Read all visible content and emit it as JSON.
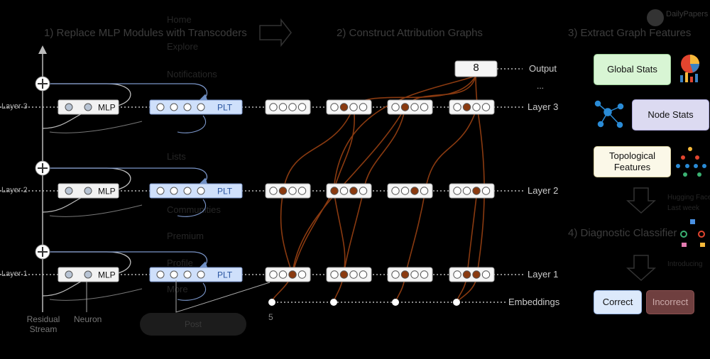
{
  "background_ui": {
    "nav_items": [
      "Home",
      "Explore",
      "Notifications",
      "Lists",
      "Communities",
      "Premium",
      "Profile",
      "More"
    ],
    "post_button": "Post",
    "brand": "DailyPapers",
    "side_texts": [
      "Hugging Face",
      "Last week",
      "Introducing"
    ]
  },
  "diagram": {
    "titles": {
      "step1": "1) Replace MLP Modules with Transcoders",
      "step2": "2) Construct Attribution Graphs",
      "step3": "3) Extract Graph Features",
      "step4": "4) Diagnostic Classifier"
    },
    "layer_labels_left": [
      "Layer 3",
      "Layer 2",
      "Layer 1"
    ],
    "layer_labels_right": [
      "Layer 3",
      "Layer 2",
      "Layer 1"
    ],
    "mlp_label": "MLP",
    "plt_label": "PLT",
    "output_label": "Output",
    "output_value": "8",
    "ellipsis": "...",
    "embeddings_label": "Embeddings",
    "token_label": "5",
    "residual_stream_label": "Residual Stream",
    "neuron_label": "Neuron",
    "features": {
      "global_stats": "Global Stats",
      "node_stats": "Node Stats",
      "topological": "Topological Features"
    },
    "classifier": {
      "correct": "Correct",
      "incorrect": "Incorrect"
    },
    "colors": {
      "edge": "#8a3a10",
      "active_node": "#8a3a10",
      "plt_fill": "#cfe0fb",
      "mlp_fill": "#f2f2f2",
      "global_fill": "#d8f5d4",
      "node_fill": "#dcdaf1",
      "topo_fill": "#fbf8e8",
      "correct_fill": "#dce9fb",
      "incorrect_fill": "#6f3f3f"
    }
  }
}
